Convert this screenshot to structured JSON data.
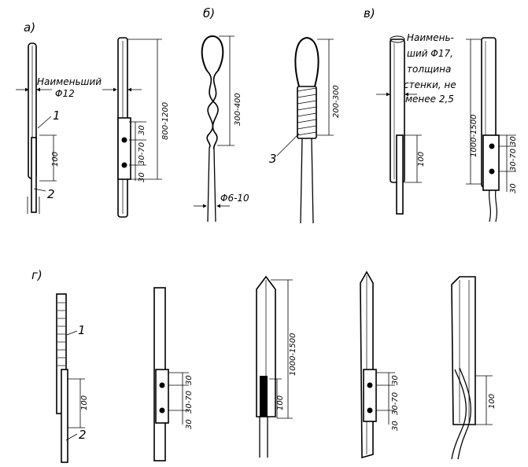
{
  "panels": {
    "a": {
      "label": "а)",
      "note_line1": "Наименьший",
      "note_line2": "Φ12",
      "callout_1": "1",
      "callout_2": "2",
      "dim_100": "100",
      "dim_30_top": "30",
      "dim_70": "30-70",
      "dim_30_bottom": "30",
      "dim_long": "800-1200"
    },
    "b": {
      "label": "б)",
      "dim_loop_1": "300-400",
      "dim_loop_2": "200-300",
      "callout_3": "3",
      "dim_wire": "Φ6-10"
    },
    "v": {
      "label": "в)",
      "note_line1": "Наимень-",
      "note_line2": "ший Φ17,",
      "note_line3": "толщина",
      "note_line4": "стенки, не",
      "note_line5": "менее 2,5",
      "dim_100": "100",
      "dim_long": "1000-1500",
      "dim_30_top": "30",
      "dim_70": "30-70",
      "dim_30_bottom": "30"
    },
    "g": {
      "label": "г)",
      "callout_1": "1",
      "callout_2": "2",
      "dim_100_a": "100",
      "dim_30_top_b": "30",
      "dim_70_b": "30-70",
      "dim_30_bottom_b": "30",
      "dim_long_c": "1000-1500",
      "dim_100_c": "100",
      "dim_30_top_d": "30",
      "dim_70_d": "30-70",
      "dim_30_bottom_d": "30",
      "dim_100_e": "100"
    }
  }
}
